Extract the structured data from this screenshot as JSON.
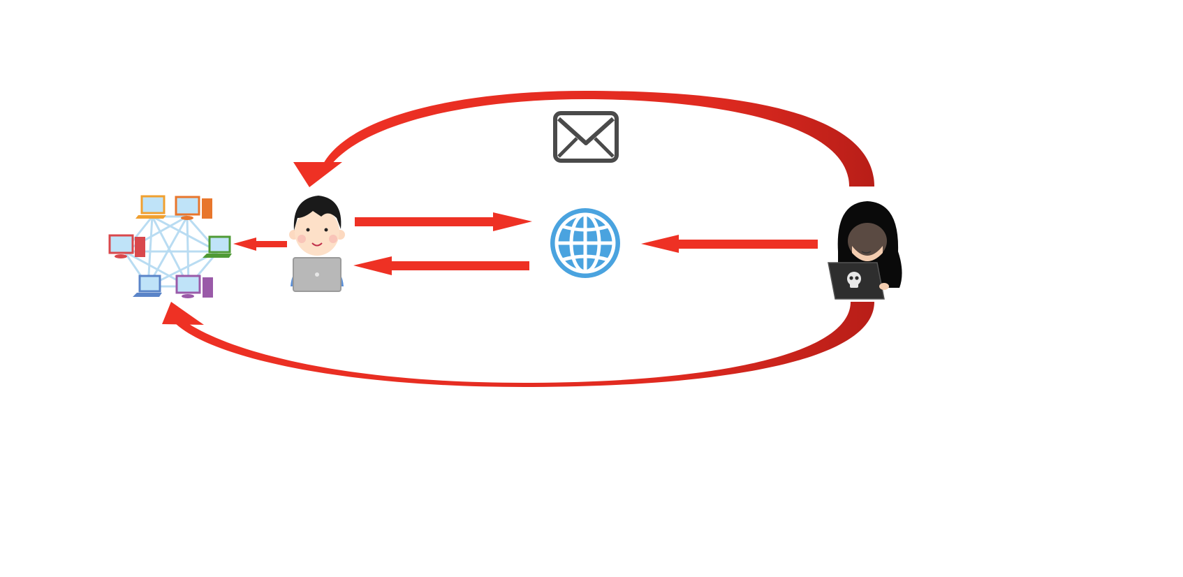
{
  "diagram": {
    "nodes": [
      {
        "id": "network",
        "icon": "computer-network-icon"
      },
      {
        "id": "employee",
        "icon": "person-with-laptop-icon"
      },
      {
        "id": "internet",
        "icon": "globe-icon"
      },
      {
        "id": "email",
        "icon": "envelope-icon"
      },
      {
        "id": "attacker",
        "icon": "hooded-hacker-icon"
      }
    ],
    "edges": [
      {
        "from": "employee",
        "to": "network"
      },
      {
        "from": "employee",
        "to": "internet"
      },
      {
        "from": "internet",
        "to": "employee"
      },
      {
        "from": "attacker",
        "to": "internet"
      },
      {
        "from": "attacker",
        "to": "employee",
        "via": "email"
      },
      {
        "from": "attacker",
        "to": "network"
      }
    ],
    "colors": {
      "arrow": "#ee3124",
      "arrow_dark": "#c0201a",
      "globe": "#4aa3df",
      "envelope": "#4a4a4a",
      "network_links": "#b9dcf2"
    }
  }
}
